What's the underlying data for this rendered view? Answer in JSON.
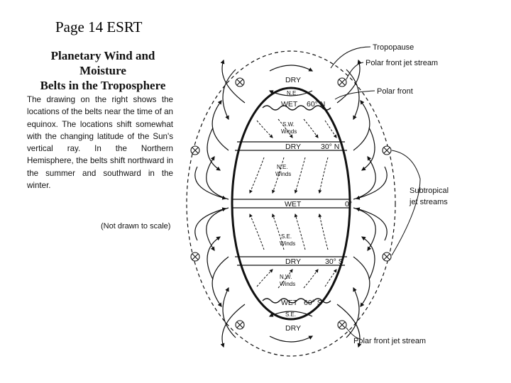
{
  "page_label": "Page 14 ESRT",
  "heading": {
    "line1": "Planetary Wind and Moisture",
    "line2": "Belts in the Troposphere"
  },
  "description": "The drawing on the right shows the locations of the belts near the time of an equinox. The locations shift somewhat with the changing latitude of the Sun's vertical ray. In the Northern Hemisphere, the belts shift northward in the summer and southward in the winter.",
  "note": "(Not drawn to scale)",
  "callouts": {
    "tropopause": "Tropopause",
    "polar_jet_top": "Polar front jet stream",
    "polar_front": "Polar front",
    "subtropical_line1": "Subtropical",
    "subtropical_line2": "jet streams",
    "polar_jet_bottom": "Polar front jet stream"
  },
  "zones": {
    "dry_top": "DRY",
    "ne_top": "N.E.",
    "wet_60n": "WET",
    "sw_winds_1": "S.W.",
    "sw_winds_2": "Winds",
    "dry_30n": "DRY",
    "ne_winds_1": "N.E.",
    "ne_winds_2": "Winds",
    "wet_eq": "WET",
    "se_winds_1": "S.E.",
    "se_winds_2": "Winds",
    "dry_30s": "DRY",
    "nw_winds_1": "N.W.",
    "nw_winds_2": "Winds",
    "wet_60s": "WET",
    "se_bottom": "S.E.",
    "dry_bottom": "DRY"
  },
  "latitudes": {
    "lat_60n": "60° N",
    "lat_30n": "30° N",
    "lat_0": "0°",
    "lat_30s": "30° S",
    "lat_60s": "60° S"
  }
}
